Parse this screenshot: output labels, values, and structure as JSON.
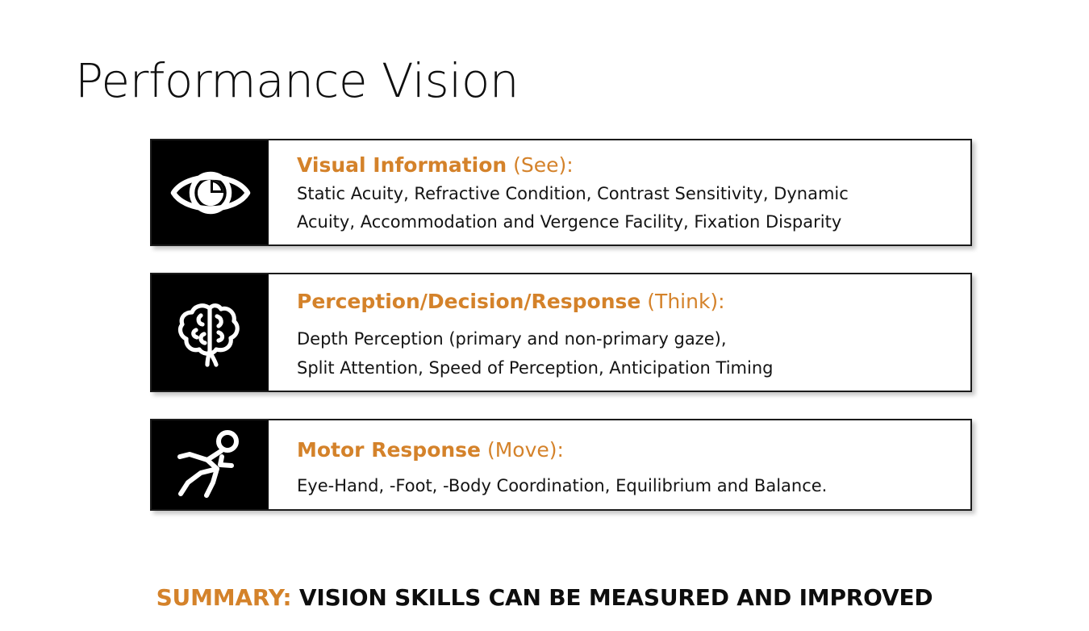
{
  "title": "Performance Vision",
  "theme": {
    "accent": "#d4822a",
    "icon_panel_bg": "#000000",
    "card_border": "#1b1b1b",
    "text": "#141414",
    "background": "#ffffff"
  },
  "cards": [
    {
      "icon": "eye-icon",
      "heading_strong": "Visual Information",
      "heading_light": " (See):",
      "lines": [
        "Static Acuity, Refractive Condition, Contrast Sensitivity, Dynamic",
        "Acuity, Accommodation and Vergence Facility, Fixation Disparity"
      ]
    },
    {
      "icon": "brain-icon",
      "heading_strong": "Perception/Decision/Response",
      "heading_light": " (Think):",
      "lines": [
        "Depth Perception (primary and non-primary gaze),",
        "Split Attention, Speed of Perception, Anticipation Timing"
      ]
    },
    {
      "icon": "running-person-icon",
      "heading_strong": "Motor Response",
      "heading_light": " (Move):",
      "lines": [
        "Eye-Hand, -Foot, -Body Coordination, Equilibrium and Balance."
      ]
    }
  ],
  "summary": {
    "label": "SUMMARY:",
    "body": " VISION SKILLS CAN BE MEASURED AND IMPROVED"
  }
}
